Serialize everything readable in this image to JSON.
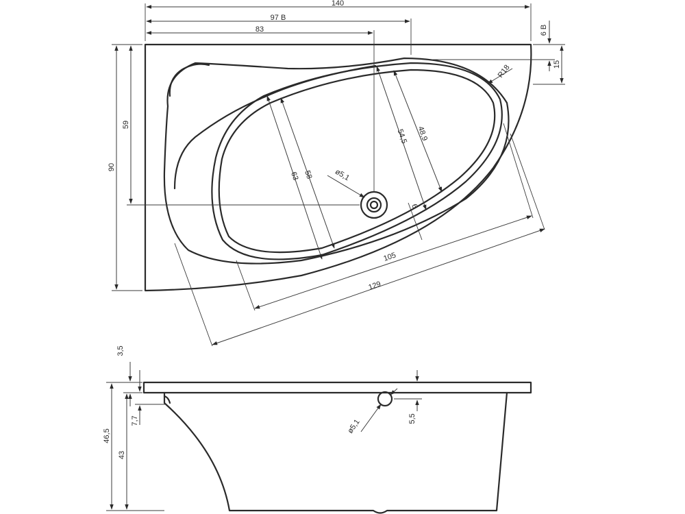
{
  "top_view": {
    "dim_overall_width": "140",
    "dim_width_b": "97 B",
    "dim_drain_offset": "83",
    "dim_rim_b": "6 B",
    "dim_rim_depth": "15",
    "dim_height": "90",
    "dim_drain_height": "59",
    "dim_radius": "R18",
    "dim_inner_width_a": "58",
    "dim_inner_width_b": "63",
    "dim_inner_width_c": "54,5",
    "dim_inner_width_d": "48,9",
    "dim_drain_diameter": "ø5,1",
    "dim_offset_6": "6",
    "dim_inner_length": "105",
    "dim_outer_length": "129"
  },
  "side_view": {
    "dim_rim_thickness": "3,5",
    "dim_overall_height": "46,5",
    "dim_depth": "43",
    "dim_offset": "7,7",
    "dim_drain_diameter": "ø5,1",
    "dim_drain_height": "5,5"
  }
}
